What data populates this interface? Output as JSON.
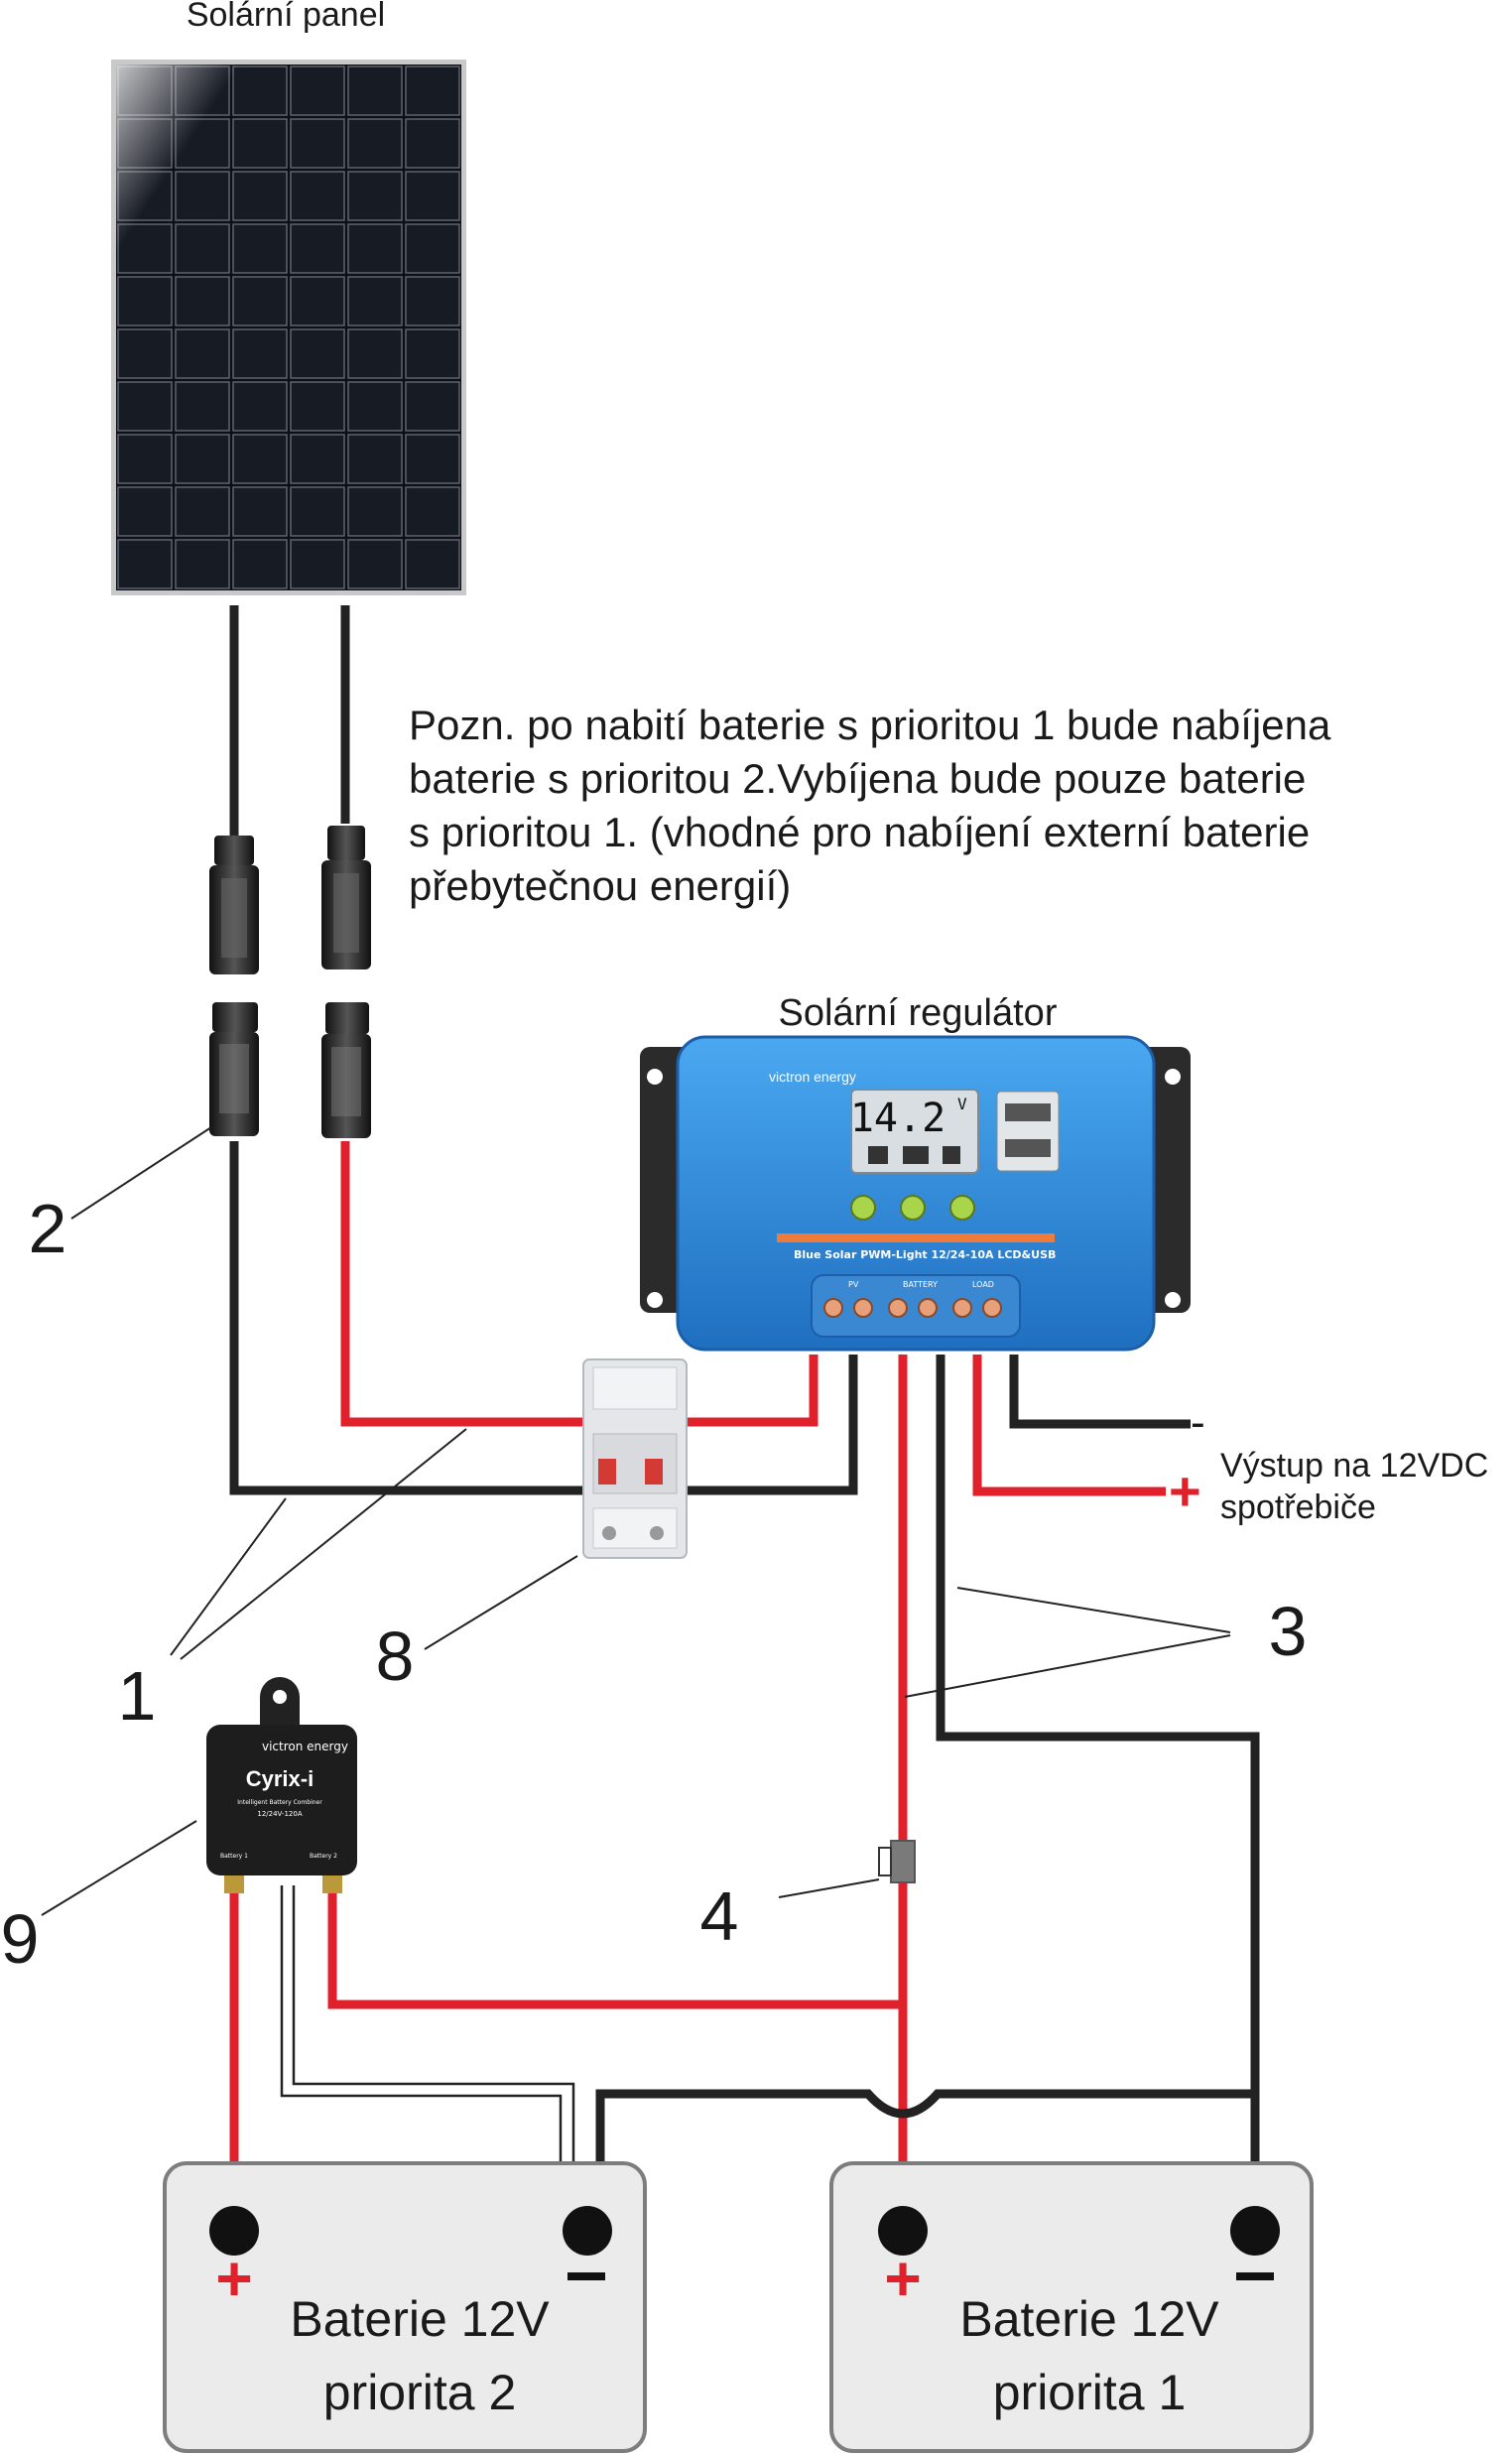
{
  "panel": {
    "label": "Solární panel"
  },
  "note": {
    "lines": [
      "Pozn. po nabití baterie s prioritou 1 bude nabíjena",
      "baterie s prioritou 2.Vybíjena bude pouze baterie",
      "s prioritou 1. (vhodné pro nabíjení externí baterie",
      "přebytečnou energií)"
    ]
  },
  "regulator": {
    "label": "Solární regulátor",
    "brand": "victron energy",
    "display_value": "14.2",
    "display_unit": "V",
    "model": "Blue Solar PWM-Light 12/24-10A LCD&USB",
    "terminals": [
      "PV",
      "BATTERY",
      "LOAD"
    ],
    "colors": {
      "body": "#2f8fe0",
      "strip": "#f07a3a",
      "bracket": "#2b2b2b"
    }
  },
  "output": {
    "minus": "-",
    "plus": "+",
    "line1": "Výstup na 12VDC",
    "line2": "spotřebiče"
  },
  "cyrix": {
    "brand": "victron energy",
    "name": "Cyrix-i",
    "subtitle": "Intelligent Battery Combiner",
    "rating": "12/24V-120A",
    "term_left": "Battery 1",
    "term_right": "Battery 2"
  },
  "battery2": {
    "line1": "Baterie 12V",
    "line2": "priorita 2",
    "plus": "+",
    "minus": "-"
  },
  "battery1": {
    "line1": "Baterie 12V",
    "line2": "priorita 1",
    "plus": "+",
    "minus": "-"
  },
  "callouts": {
    "c1": "1",
    "c2": "2",
    "c3": "3",
    "c4": "4",
    "c8": "8",
    "c9": "9"
  },
  "colors": {
    "wire_positive": "#e0202a",
    "wire_negative": "#222222",
    "battery_fill": "#ebebeb"
  }
}
